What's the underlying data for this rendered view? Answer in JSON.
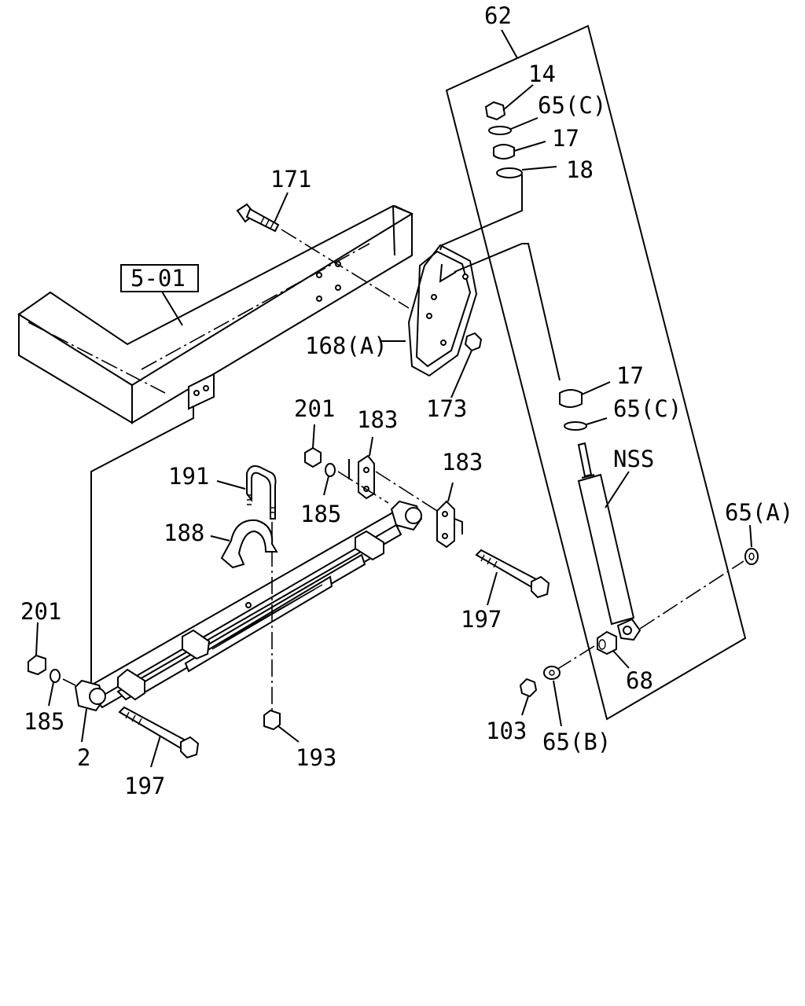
{
  "labels": {
    "l62": "62",
    "l14": "14",
    "l65c_top": "65(C)",
    "l17_top": "17",
    "l18": "18",
    "l171": "171",
    "l501": "5-01",
    "l168a": "168(A)",
    "l173": "173",
    "l17_mid": "17",
    "l65c_mid": "65(C)",
    "lnss": "NSS",
    "l65a": "65(A)",
    "l201_top": "201",
    "l183_a": "183",
    "l183_b": "183",
    "l191": "191",
    "l185_top": "185",
    "l188": "188",
    "l197_right": "197",
    "l201_left": "201",
    "l185_left": "185",
    "l2": "2",
    "l197_left": "197",
    "l193": "193",
    "l68": "68",
    "l103": "103",
    "l65b": "65(B)"
  }
}
